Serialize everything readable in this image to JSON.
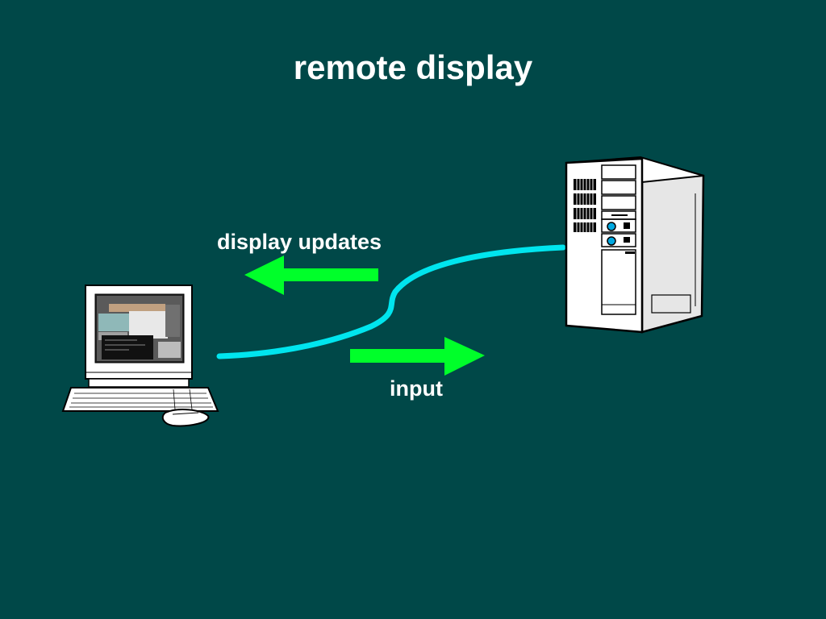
{
  "slide": {
    "title": "remote display",
    "background_color": "#004848"
  },
  "diagram": {
    "client": {
      "icon": "desktop-computer-icon"
    },
    "server": {
      "icon": "tower-server-icon"
    },
    "link": {
      "icon": "cable-icon",
      "color": "#00e5ee"
    },
    "arrows": [
      {
        "label": "display updates",
        "direction": "left",
        "color": "#00ff2a"
      },
      {
        "label": "input",
        "direction": "right",
        "color": "#00ff2a"
      }
    ]
  }
}
